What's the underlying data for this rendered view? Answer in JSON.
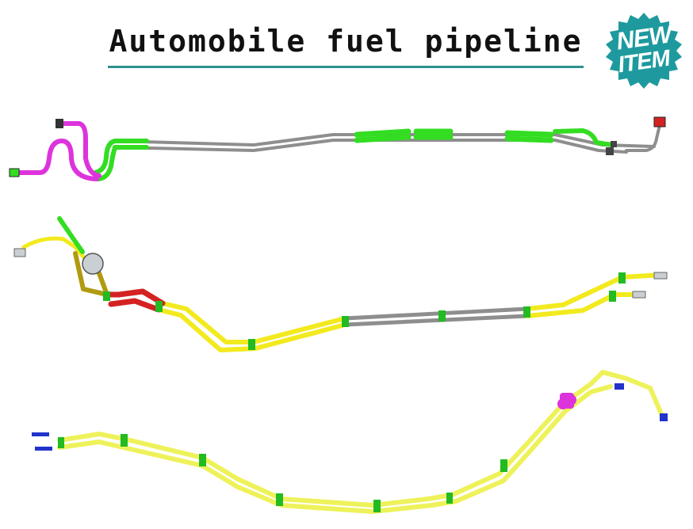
{
  "header": {
    "title": "Automobile fuel pipeline"
  },
  "badge": {
    "line1": "NEW",
    "line2": "ITEM",
    "color": "#1e9a9e"
  },
  "colors": {
    "rule": "#2f8f8f",
    "steel": "#8e8e8e",
    "green": "#33dd22",
    "magenta": "#dd33dd",
    "yellow": "#f2ea1e",
    "pale_yellow": "#eef25a",
    "red": "#d42222",
    "olive": "#b09a10",
    "blue": "#2233cc"
  },
  "illustrations": [
    {
      "name": "fuel-pipeline-assembly-1"
    },
    {
      "name": "fuel-pipeline-assembly-2"
    },
    {
      "name": "fuel-pipeline-assembly-3"
    }
  ]
}
